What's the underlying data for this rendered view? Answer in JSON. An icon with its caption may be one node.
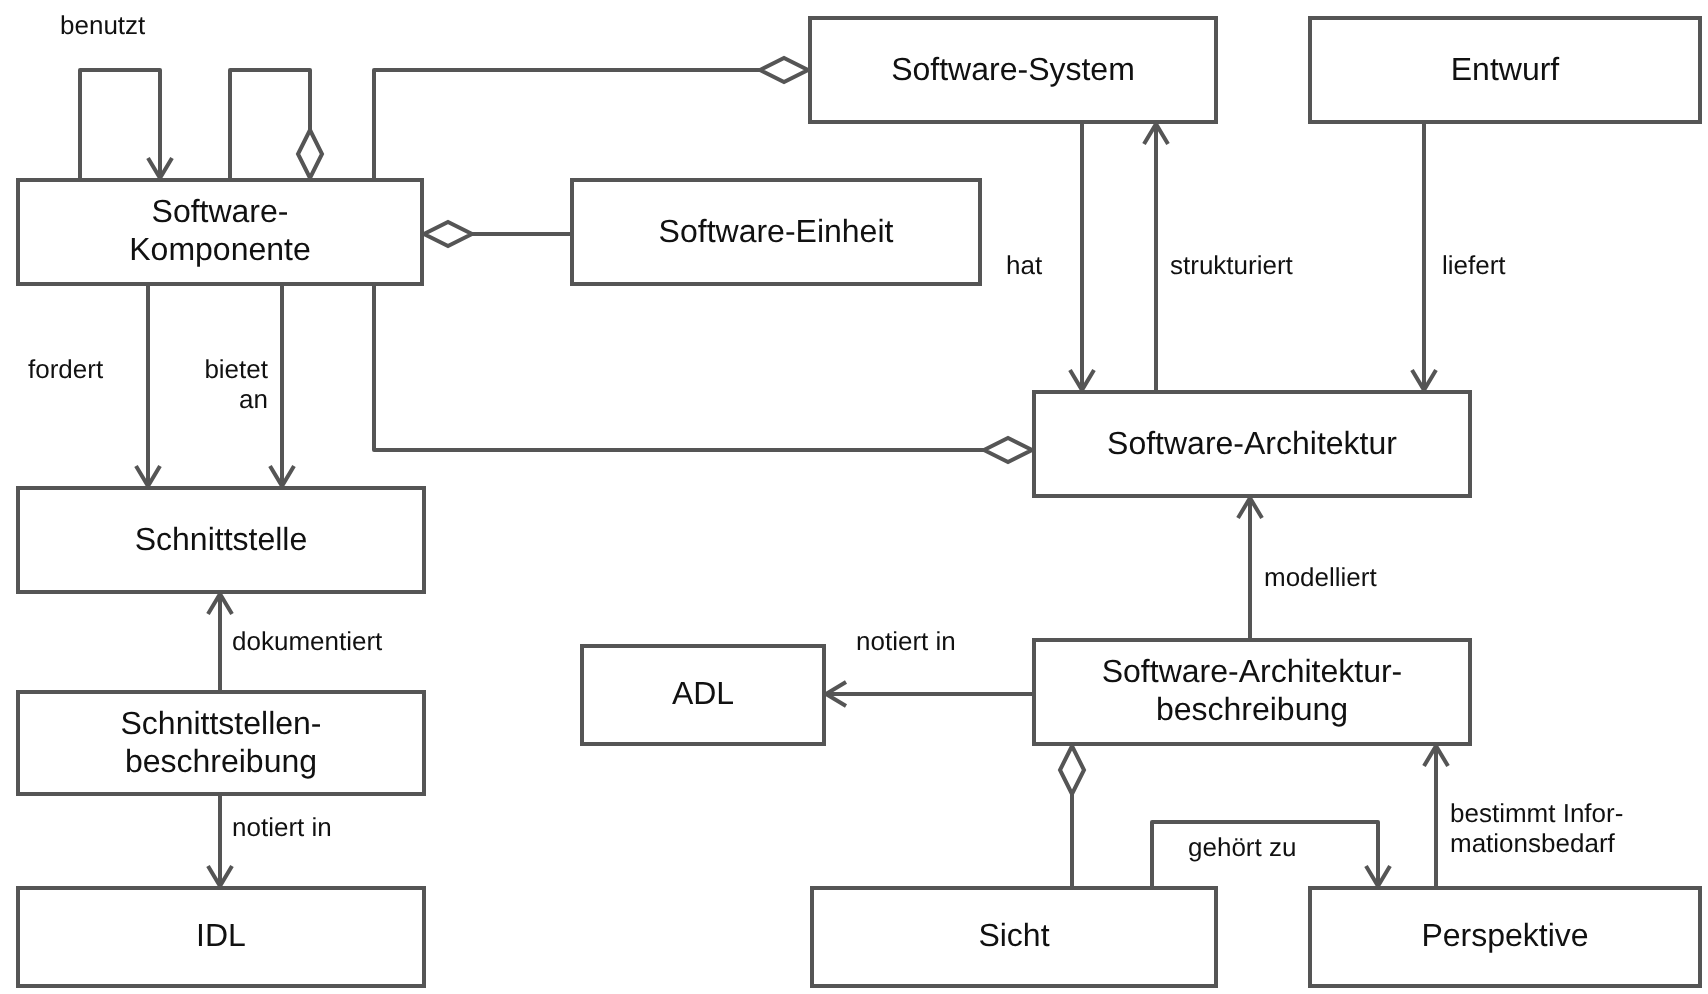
{
  "diagram": {
    "nodes": [
      {
        "text": [
          "Software-Komponente"
        ]
      },
      {
        "text": [
          "Software-Einheit"
        ]
      },
      {
        "text": [
          "Software-System"
        ]
      },
      {
        "text": [
          "Entwurf"
        ]
      },
      {
        "text": [
          "Software-Architektur"
        ]
      },
      {
        "text": [
          "Schnittstelle"
        ]
      },
      {
        "text": [
          "ADL"
        ]
      },
      {
        "text": [
          "Software-Architektur-beschreibung"
        ]
      },
      {
        "text": [
          "Schnittstellen-beschreibung"
        ]
      },
      {
        "text": [
          "IDL"
        ]
      },
      {
        "text": [
          "Sicht"
        ]
      },
      {
        "text": [
          "Perspektive"
        ]
      }
    ],
    "edges": [
      {
        "from": 0,
        "to": 0,
        "arrow": "to",
        "label": "benutzt"
      },
      {
        "from": 0,
        "to": 0,
        "arrow": "other"
      },
      {
        "from": 2,
        "to": 0,
        "arrow": "other"
      },
      {
        "from": 0,
        "to": 1,
        "arrow": "other"
      },
      {
        "from": 4,
        "to": 0,
        "arrow": "other"
      },
      {
        "from": 0,
        "to": 5,
        "arrow": "to",
        "label": "fordert"
      },
      {
        "from": 0,
        "to": 5,
        "arrow": "to",
        "label": "bietet an"
      },
      {
        "from": 2,
        "to": 4,
        "arrow": "to",
        "label": "hat"
      },
      {
        "from": 4,
        "to": 2,
        "arrow": "to",
        "label": "strukturiert"
      },
      {
        "from": 3,
        "to": 4,
        "arrow": "to",
        "label": "liefert"
      },
      {
        "from": 7,
        "to": 4,
        "arrow": "to",
        "label": "modelliert"
      },
      {
        "from": 7,
        "to": 6,
        "arrow": "to",
        "label": "notiert in"
      },
      {
        "from": 8,
        "to": 5,
        "arrow": "to",
        "label": "dokumentiert"
      },
      {
        "from": 8,
        "to": 9,
        "arrow": "to",
        "label": "notiert in"
      },
      {
        "from": 7,
        "to": 10,
        "arrow": "other"
      },
      {
        "from": 10,
        "to": 11,
        "arrow": "to",
        "label": "gehört zu"
      },
      {
        "from": 11,
        "to": 7,
        "arrow": "to",
        "label": "bestimmt Infor-mationsbedarf"
      }
    ]
  }
}
